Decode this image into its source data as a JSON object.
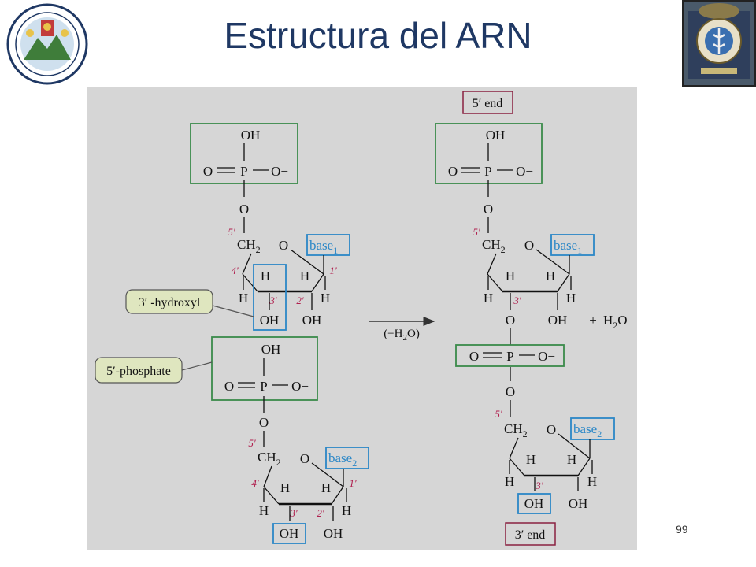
{
  "slide": {
    "title": "Estructura del ARN",
    "page_number": "99"
  },
  "colors": {
    "title": "#1f3864",
    "panel": "#d6d6d6",
    "green_box": "#3a8a4a",
    "blue_box": "#2b87c7",
    "prime_label": "#b0204f",
    "callout_fill": "#dfe6bf"
  },
  "atoms": {
    "OH": "OH",
    "O": "O",
    "P": "P",
    "O_minus": "O−",
    "H": "H",
    "CH": "CH",
    "sub2": "2"
  },
  "primes": {
    "p1": "1′",
    "p2": "2′",
    "p3": "3′",
    "p4": "4′",
    "p5": "5′"
  },
  "bases": {
    "base": "base",
    "sub1": "1",
    "sub2": "2"
  },
  "labels": {
    "five_end": "5′ end",
    "three_end": "3′ end",
    "three_hydroxyl": "3′ -hydroxyl",
    "five_phosphate": "5′-phosphate",
    "reaction_left": "(−H",
    "reaction_sub": "2",
    "reaction_right": "O)",
    "plus": "+",
    "water_h": "H",
    "water_sub": "2",
    "water_o": "O"
  }
}
